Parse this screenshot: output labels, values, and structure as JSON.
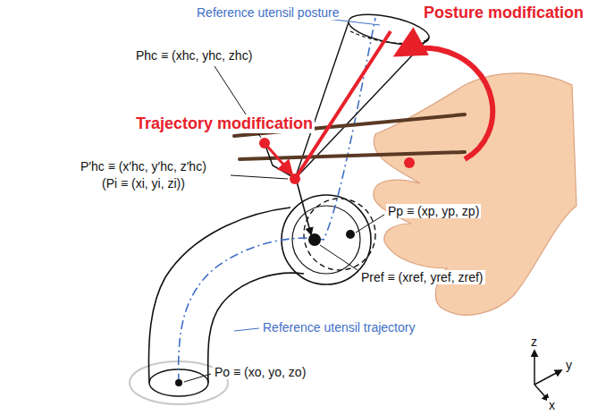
{
  "diagram": {
    "labels": [
      "Posture modification",
      "Reference utensil posture",
      "Phc ≡ (xhc, yhc, zhc)",
      "Trajectory modification",
      "P′hc ≡ (x′hc, y′hc, z′hc)",
      "(Pi ≡ (xi, yi, zi))",
      "Pp ≡ (xp, yp, zp)",
      "Pref ≡ (xref, yref, zref)",
      "Reference utensil trajectory",
      "Po ≡ (xo, yo, zo)",
      "z",
      "y",
      "x"
    ]
  }
}
